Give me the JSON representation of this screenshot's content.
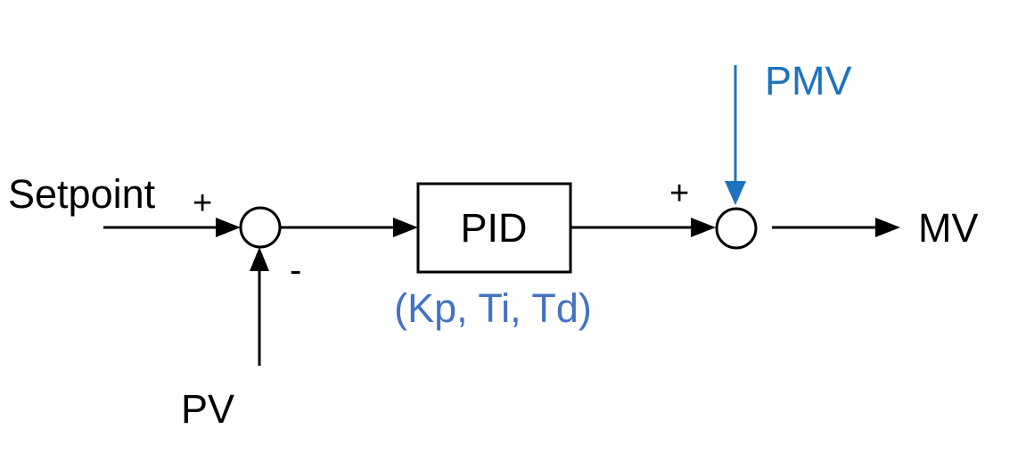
{
  "diagram": {
    "setpoint_label": "Setpoint",
    "pv_label": "PV",
    "mv_label": "MV",
    "pmv_label": "PMV",
    "pid_label": "PID",
    "pid_params_label": "(Kp, Ti, Td)",
    "sum1_plus_sign": "+",
    "sum1_minus_sign": "-",
    "sum2_plus_sign": "+"
  },
  "colors": {
    "line": "#000000",
    "pmv_accent": "#1e73be",
    "params_text": "#4472c4",
    "background": "#ffffff"
  }
}
